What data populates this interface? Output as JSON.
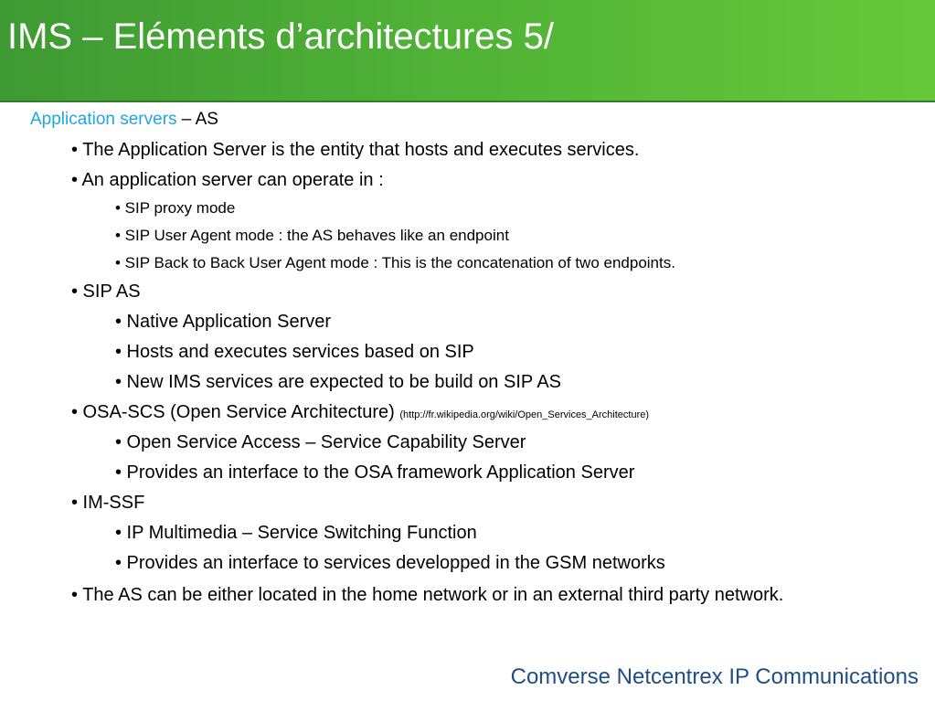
{
  "title": "IMS – Eléments d’architectures 5/",
  "heading": {
    "highlight": "Application servers",
    "rest": " – AS"
  },
  "lines": {
    "l1": "• The Application Server is the entity that hosts and executes services.",
    "l2": "• An application server can operate in :",
    "l3": "• SIP proxy mode",
    "l4": "• SIP User Agent mode : the AS behaves like an endpoint",
    "l5": "• SIP Back to Back User Agent mode : This is the concatenation of two endpoints.",
    "l6": "• SIP AS",
    "l7": "• Native Application Server",
    "l8": "• Hosts and executes services based on SIP",
    "l9": "• New IMS services are expected to be build on SIP AS",
    "l10": "• OSA-SCS (Open Service Architecture) ",
    "l10_link": "(http://fr.wikipedia.org/wiki/Open_Services_Architecture)",
    "l11": "• Open Service Access – Service Capability Server",
    "l12": "• Provides an interface to the OSA framework Application Server",
    "l13": "• IM-SSF",
    "l14": "• IP Multimedia – Service Switching Function",
    "l15": "• Provides an interface to services developped in the GSM networks",
    "l16": "• The AS can be either located in the home network or in an external third party network."
  },
  "footer": "Comverse Netcentrex IP Communications",
  "colors": {
    "title_bar": "#4fb136",
    "accent": "#1ea7e1",
    "footer": "#1f4e86"
  }
}
